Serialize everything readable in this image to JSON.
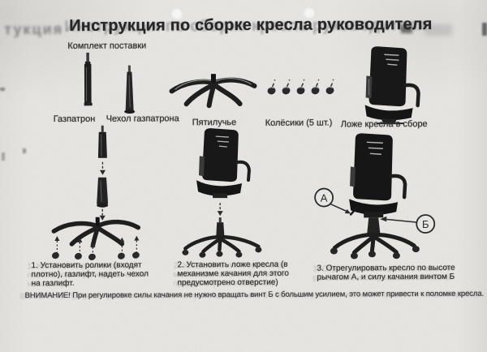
{
  "doc": {
    "title": "Инструкция по сборке кресла руководителя",
    "ghost_fragment": "тукция",
    "warning": "ВНИМАНИЕ!  При регулировке силы качания не нужно вращать винт Б с большим усилием, это может привести к поломке кресла."
  },
  "kit": {
    "heading": "Комплект поставки",
    "parts": [
      {
        "label": "Газпатрон",
        "icon": "gas-cylinder-sketch"
      },
      {
        "label": "Чехол газпатрона",
        "icon": "cylinder-cover-sketch"
      },
      {
        "label": "Пятилучье",
        "icon": "five-star-base-sketch"
      },
      {
        "label": "Колёсики (5 шт.)",
        "icon": "casters-sketch"
      },
      {
        "label": "Ложе кресла в сборе",
        "icon": "chair-seat-assembly-sketch"
      }
    ]
  },
  "steps": [
    {
      "text": "1. Установить ролики (входят плотно), газлифт, надеть чехол на газлифт."
    },
    {
      "text": "2. Установить ложе кресла (в механизме качания для этого предусмотрено отверстие)"
    },
    {
      "text": "3. Отрегулировать кресло по высоте рычагом А, и силу качания винтом Б"
    }
  ],
  "callouts": [
    {
      "label": "А"
    },
    {
      "label": "Б"
    }
  ],
  "colors": {
    "paper": "#e8e7e3",
    "ink": "#2e2d2b"
  }
}
